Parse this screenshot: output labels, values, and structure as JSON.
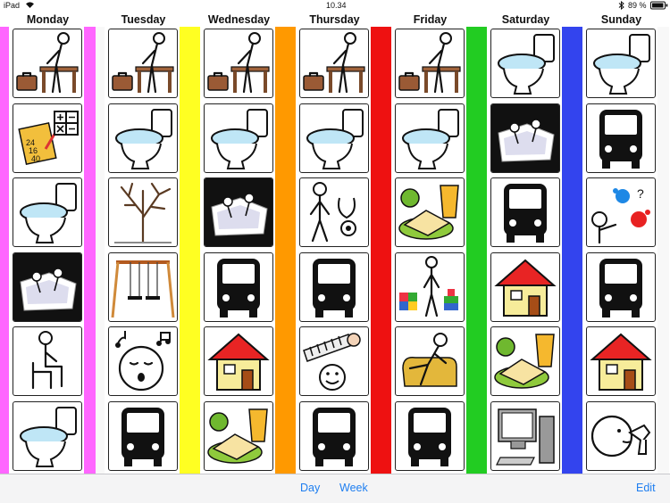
{
  "status_bar": {
    "device": "iPad",
    "time": "10.34",
    "battery": "89 %"
  },
  "days": [
    {
      "name": "Monday",
      "stripe_left": "#ff66ff",
      "stripe_right": "#ff66ff",
      "activities": [
        "desk-work-icon",
        "math-icon",
        "toilet-icon",
        "bath-icon",
        "sitting-icon",
        "toilet-icon"
      ]
    },
    {
      "name": "Tuesday",
      "stripe_left": "#f8f8f8",
      "stripe_right": "#ffff22",
      "activities": [
        "desk-work-icon",
        "toilet-icon",
        "tree-icon",
        "swing-icon",
        "singing-icon",
        "bus-icon"
      ]
    },
    {
      "name": "Wednesday",
      "stripe_left": "#ffff22",
      "stripe_right": "#ff9900",
      "activities": [
        "desk-work-icon",
        "toilet-icon",
        "bath-icon",
        "bus-icon",
        "house-icon",
        "lunch-icon"
      ]
    },
    {
      "name": "Thursday",
      "stripe_left": "#ff9900",
      "stripe_right": "#ee1111",
      "activities": [
        "desk-work-icon",
        "toilet-icon",
        "doctor-icon",
        "bus-icon",
        "music-icon",
        "bus-icon"
      ]
    },
    {
      "name": "Friday",
      "stripe_left": "#ee1111",
      "stripe_right": "#22cc22",
      "activities": [
        "desk-work-icon",
        "toilet-icon",
        "lunch-icon",
        "toys-icon",
        "relax-icon",
        "bus-icon"
      ]
    },
    {
      "name": "Saturday",
      "stripe_left": "#22cc22",
      "stripe_right": "#3344ee",
      "activities": [
        "toilet-icon",
        "bath-icon",
        "bus-icon",
        "house-icon",
        "lunch-icon",
        "computer-icon"
      ]
    },
    {
      "name": "Sunday",
      "stripe_left": "#3344ee",
      "stripe_right": "#f8f8f8",
      "activities": [
        "toilet-icon",
        "bus-icon",
        "paint-icon",
        "bus-icon",
        "house-icon",
        "hairdryer-icon"
      ]
    }
  ],
  "toolbar": {
    "day_label": "Day",
    "week_label": "Week",
    "edit_label": "Edit"
  },
  "colors": {
    "accent": "#1e7ef0"
  }
}
